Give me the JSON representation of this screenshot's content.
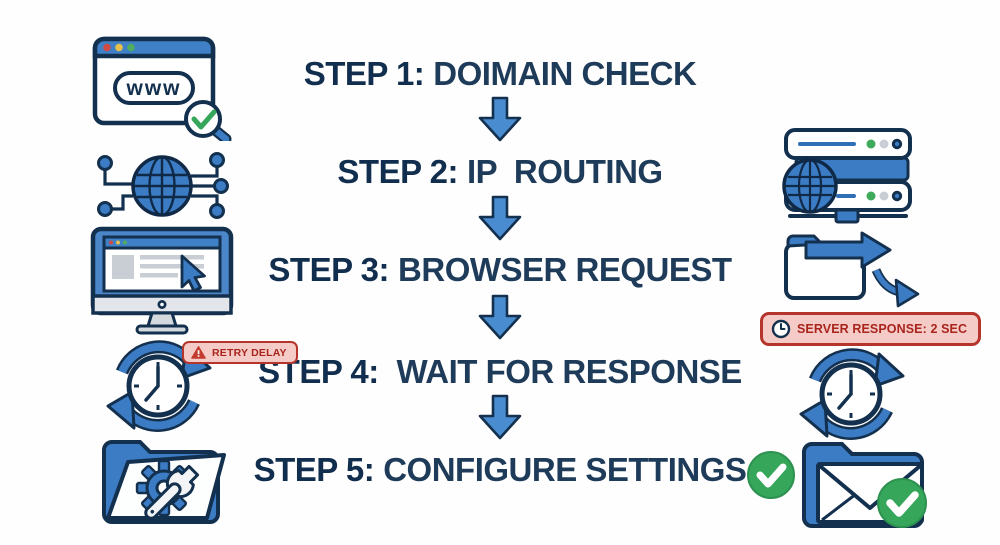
{
  "steps": [
    {
      "label": "STEP 1:",
      "title": "DOIMAIN CHECK"
    },
    {
      "label": "STEP 2:",
      "title": "IP  ROUTING"
    },
    {
      "label": "STEP 3:",
      "title": "BROWSER REQUEST"
    },
    {
      "label": "STEP 4:",
      "title": " WAIT FOR RESPONSE"
    },
    {
      "label": "STEP 5:",
      "title": "CONFIGURE SETTINGS"
    }
  ],
  "badges": {
    "retry_delay": {
      "text": "RETRY DELAY",
      "icon": "warning-triangle-icon"
    },
    "server_response": {
      "text": "SERVER RESPONSE: 2 SEC",
      "icon": "clock-icon"
    }
  },
  "browser_icon": {
    "address_text": "www"
  },
  "icons": {
    "left": [
      "browser-www-icon",
      "network-globe-icon",
      "monitor-browser-icon",
      "retry-clock-icon",
      "settings-folder-icon"
    ],
    "right": [
      "server-stack-icon",
      "folder-transfer-icon",
      "response-clock-icon",
      "mail-folder-icon"
    ]
  },
  "colors": {
    "accent_blue": "#3b7cc4",
    "arrow_blue": "#4a8cd0",
    "outline_navy": "#13304e",
    "step_label_navy": "#122e4e",
    "step_text_navy": "#1e3c5a",
    "badge_text_red": "#a8241d",
    "badge_border_red": "#b5352c",
    "badge_bg_pink": "#f5cbc7",
    "success_green": "#35a65a",
    "dot_red": "#d04b42",
    "dot_yellow": "#e5c04a",
    "dot_green": "#4fae5e"
  }
}
